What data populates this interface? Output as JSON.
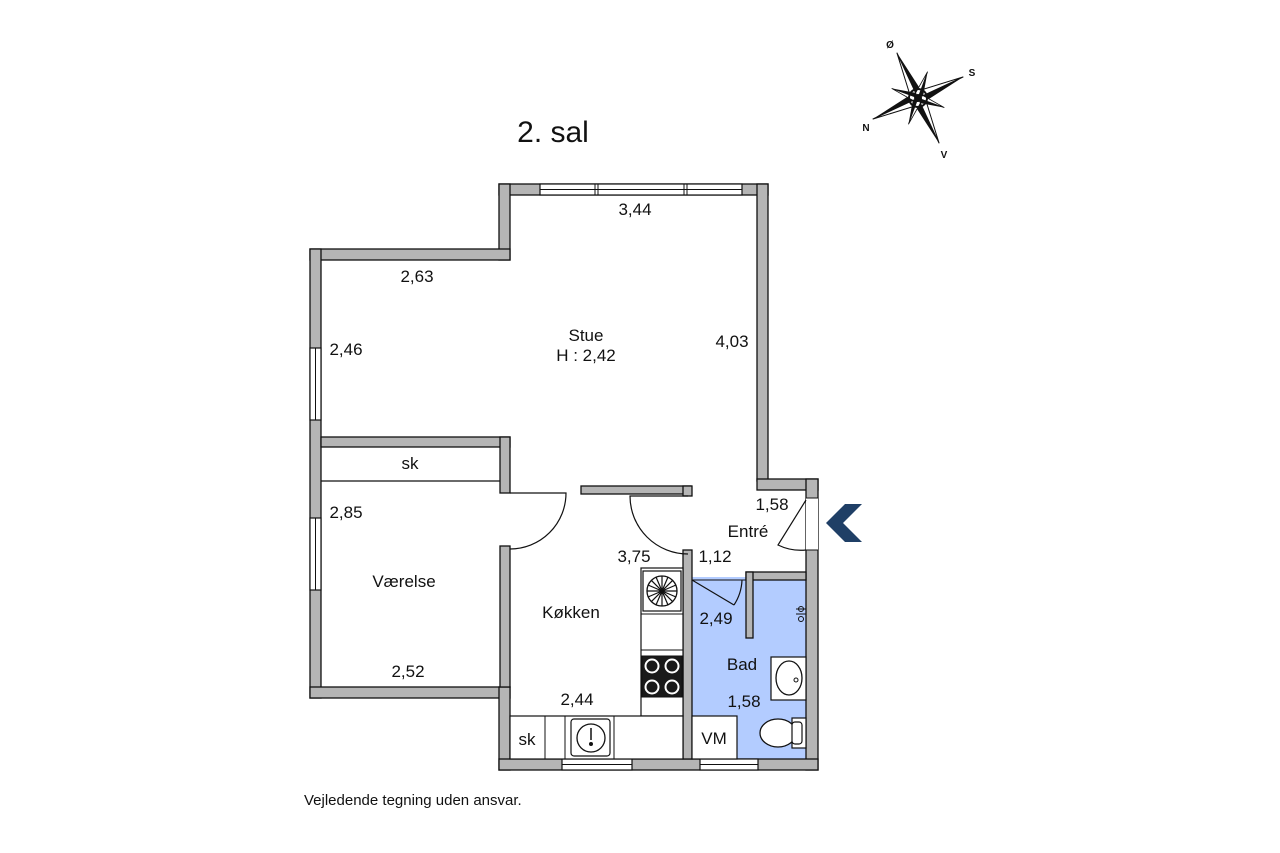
{
  "title": "2. sal",
  "footer": "Vejledende tegning uden ansvar.",
  "colors": {
    "wall": "#b5b5b5",
    "bathroom": "#b3ccff",
    "entrance_arrow": "#1f3f66"
  },
  "compass": {
    "letters": {
      "north": "N",
      "south": "S",
      "east": "Ø",
      "west": "V"
    }
  },
  "rooms": {
    "stue": {
      "name": "Stue",
      "height": "H : 2,42"
    },
    "vaerelse": {
      "name": "Værelse"
    },
    "kokken": {
      "name": "Køkken"
    },
    "entre": {
      "name": "Entré"
    },
    "bad": {
      "name": "Bad"
    },
    "vm": {
      "name": "VM"
    },
    "sk_vaerelse": {
      "name": "sk"
    },
    "sk_kokken": {
      "name": "sk"
    }
  },
  "dimensions": {
    "stue_top": "3,44",
    "stue_left_top": "2,63",
    "stue_left": "2,46",
    "stue_right": "4,03",
    "vaerelse_top": "2,85",
    "vaerelse_bottom": "2,52",
    "kokken_right": "3,75",
    "kokken_bottom": "2,44",
    "entre_top": "1,58",
    "entre_left": "1,12",
    "bad_left": "2,49",
    "bad_bottom": "1,58"
  },
  "icons": [
    "compass-rose-icon",
    "entrance-arrow-icon",
    "fan-icon",
    "hob-icon",
    "sink-icon",
    "washbasin-icon",
    "toilet-icon",
    "shower-icon"
  ]
}
